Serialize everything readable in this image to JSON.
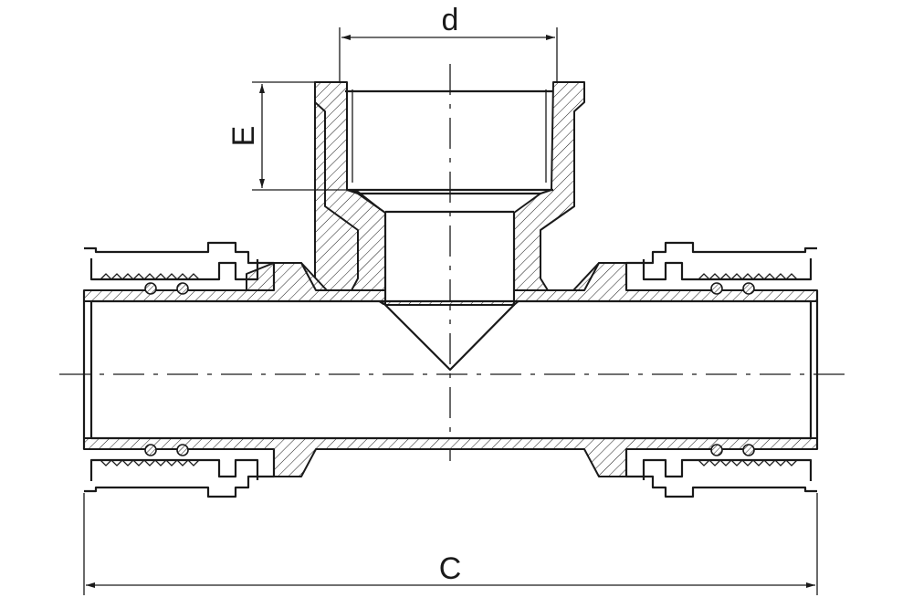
{
  "drawing": {
    "title": "",
    "dimensions": {
      "top_width_label": "d",
      "thread_depth_label": "E",
      "overall_length_label": "C"
    }
  }
}
